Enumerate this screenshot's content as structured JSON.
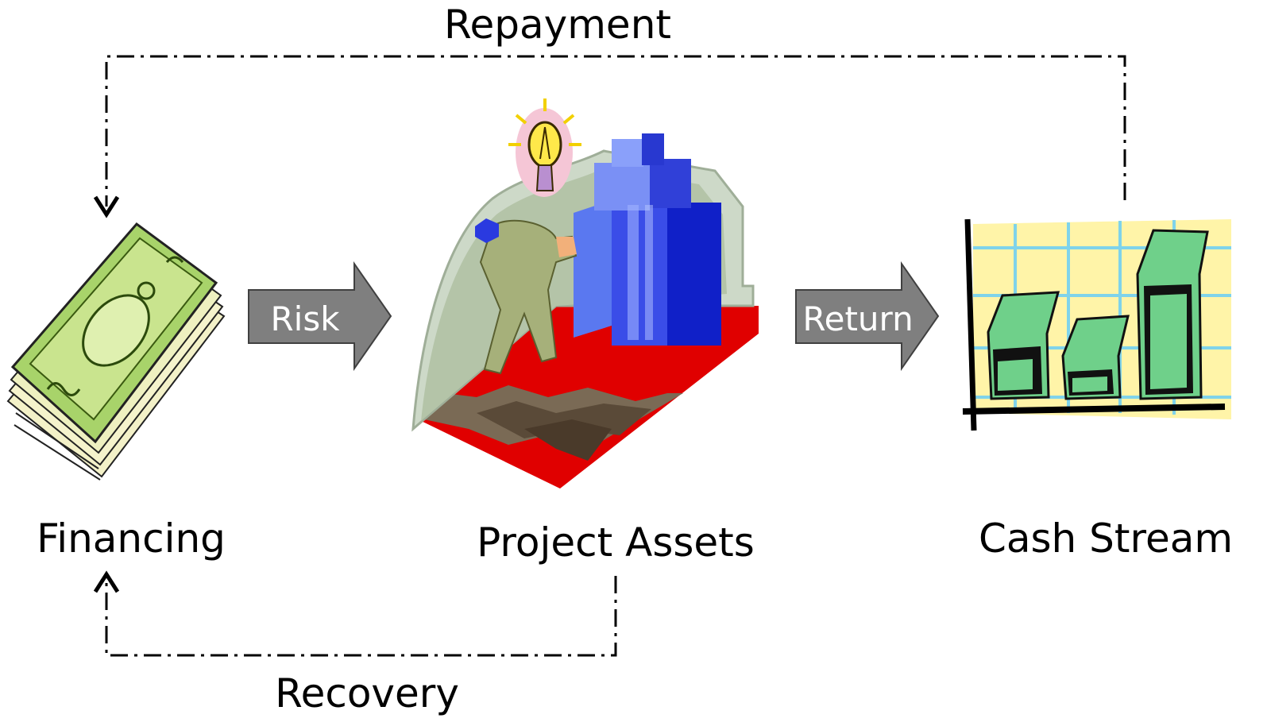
{
  "diagram": {
    "nodes": {
      "financing": {
        "label": "Financing"
      },
      "project_assets": {
        "label": "Project Assets"
      },
      "cash_stream": {
        "label": "Cash Stream"
      }
    },
    "arrows": {
      "risk": {
        "label": "Risk"
      },
      "return": {
        "label": "Return"
      }
    },
    "flows": {
      "repayment": {
        "label": "Repayment"
      },
      "recovery": {
        "label": "Recovery"
      }
    }
  },
  "colors": {
    "arrow_fill": "#7f7f7f",
    "money_green": "#9ccc65",
    "ground_red": "#e00000",
    "building_blue": "#3a4de8",
    "chart_bg": "#fff4a8",
    "chart_grid": "#7fd3ea"
  }
}
